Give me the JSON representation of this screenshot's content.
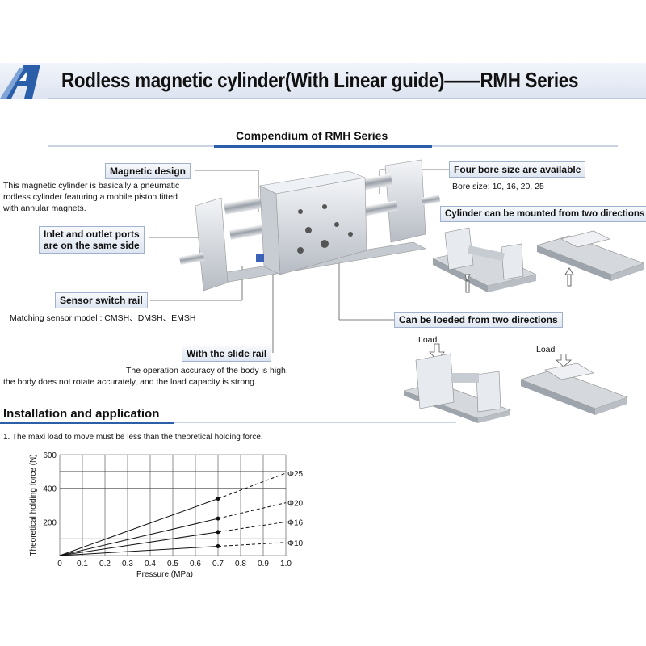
{
  "header": {
    "title": "Rodless magnetic cylinder(With Linear guide)——RMH Series",
    "accent": "#2b5ea8"
  },
  "compendium": {
    "title": "Compendium of RMH Series"
  },
  "callouts": {
    "magnetic_design": "Magnetic design",
    "magnetic_desc_1": "This magnetic cylinder is basically a pneumatic",
    "magnetic_desc_2": "rodless cylinder featuring a mobile piston fitted",
    "magnetic_desc_3": "with annular magnets.",
    "inlet_1": "Inlet and outlet ports",
    "inlet_2": "are on the same side",
    "sensor_rail": "Sensor switch rail",
    "sensor_desc": "Matching sensor model : CMSH、DMSH、EMSH",
    "slide_rail": "With the slide rail",
    "slide_desc_1": "The operation accuracy of the body is high,",
    "slide_desc_2": "the body does not rotate accurately, and the load capacity is strong.",
    "four_bore": "Four bore size are available",
    "bore_desc": "Bore size: 10, 16, 20, 25",
    "mount_two": "Cylinder can be mounted from two directions",
    "loaded_two": "Can be loeded from two directions",
    "load_label_1": "Load",
    "load_label_2": "Load"
  },
  "installation": {
    "title": "Installation and application",
    "note": "1. The maxi load to move must be less than the theoretical holding force."
  },
  "chart_data": {
    "type": "line",
    "title": "",
    "xlabel": "Pressure  (MPa)",
    "ylabel": "Theoretical  holding force (N)",
    "xlim": [
      0,
      1.0
    ],
    "ylim": [
      0,
      600
    ],
    "x_ticks": [
      "0",
      "0.1",
      "0.2",
      "0.3",
      "0.4",
      "0.5",
      "0.6",
      "0.7",
      "0.8",
      "0.9",
      "1.0"
    ],
    "y_ticks": [
      "200",
      "400",
      "600"
    ],
    "grid": true,
    "solid_until_x": 0.7,
    "series": [
      {
        "name": "Φ25",
        "x": [
          0,
          0.7,
          1.0
        ],
        "y": [
          0,
          338,
          490
        ]
      },
      {
        "name": "Φ20",
        "x": [
          0,
          0.7,
          1.0
        ],
        "y": [
          0,
          220,
          314
        ]
      },
      {
        "name": "Φ16",
        "x": [
          0,
          0.7,
          1.0
        ],
        "y": [
          0,
          140,
          200
        ]
      },
      {
        "name": "Φ10",
        "x": [
          0,
          0.7,
          1.0
        ],
        "y": [
          0,
          55,
          78
        ]
      }
    ]
  }
}
